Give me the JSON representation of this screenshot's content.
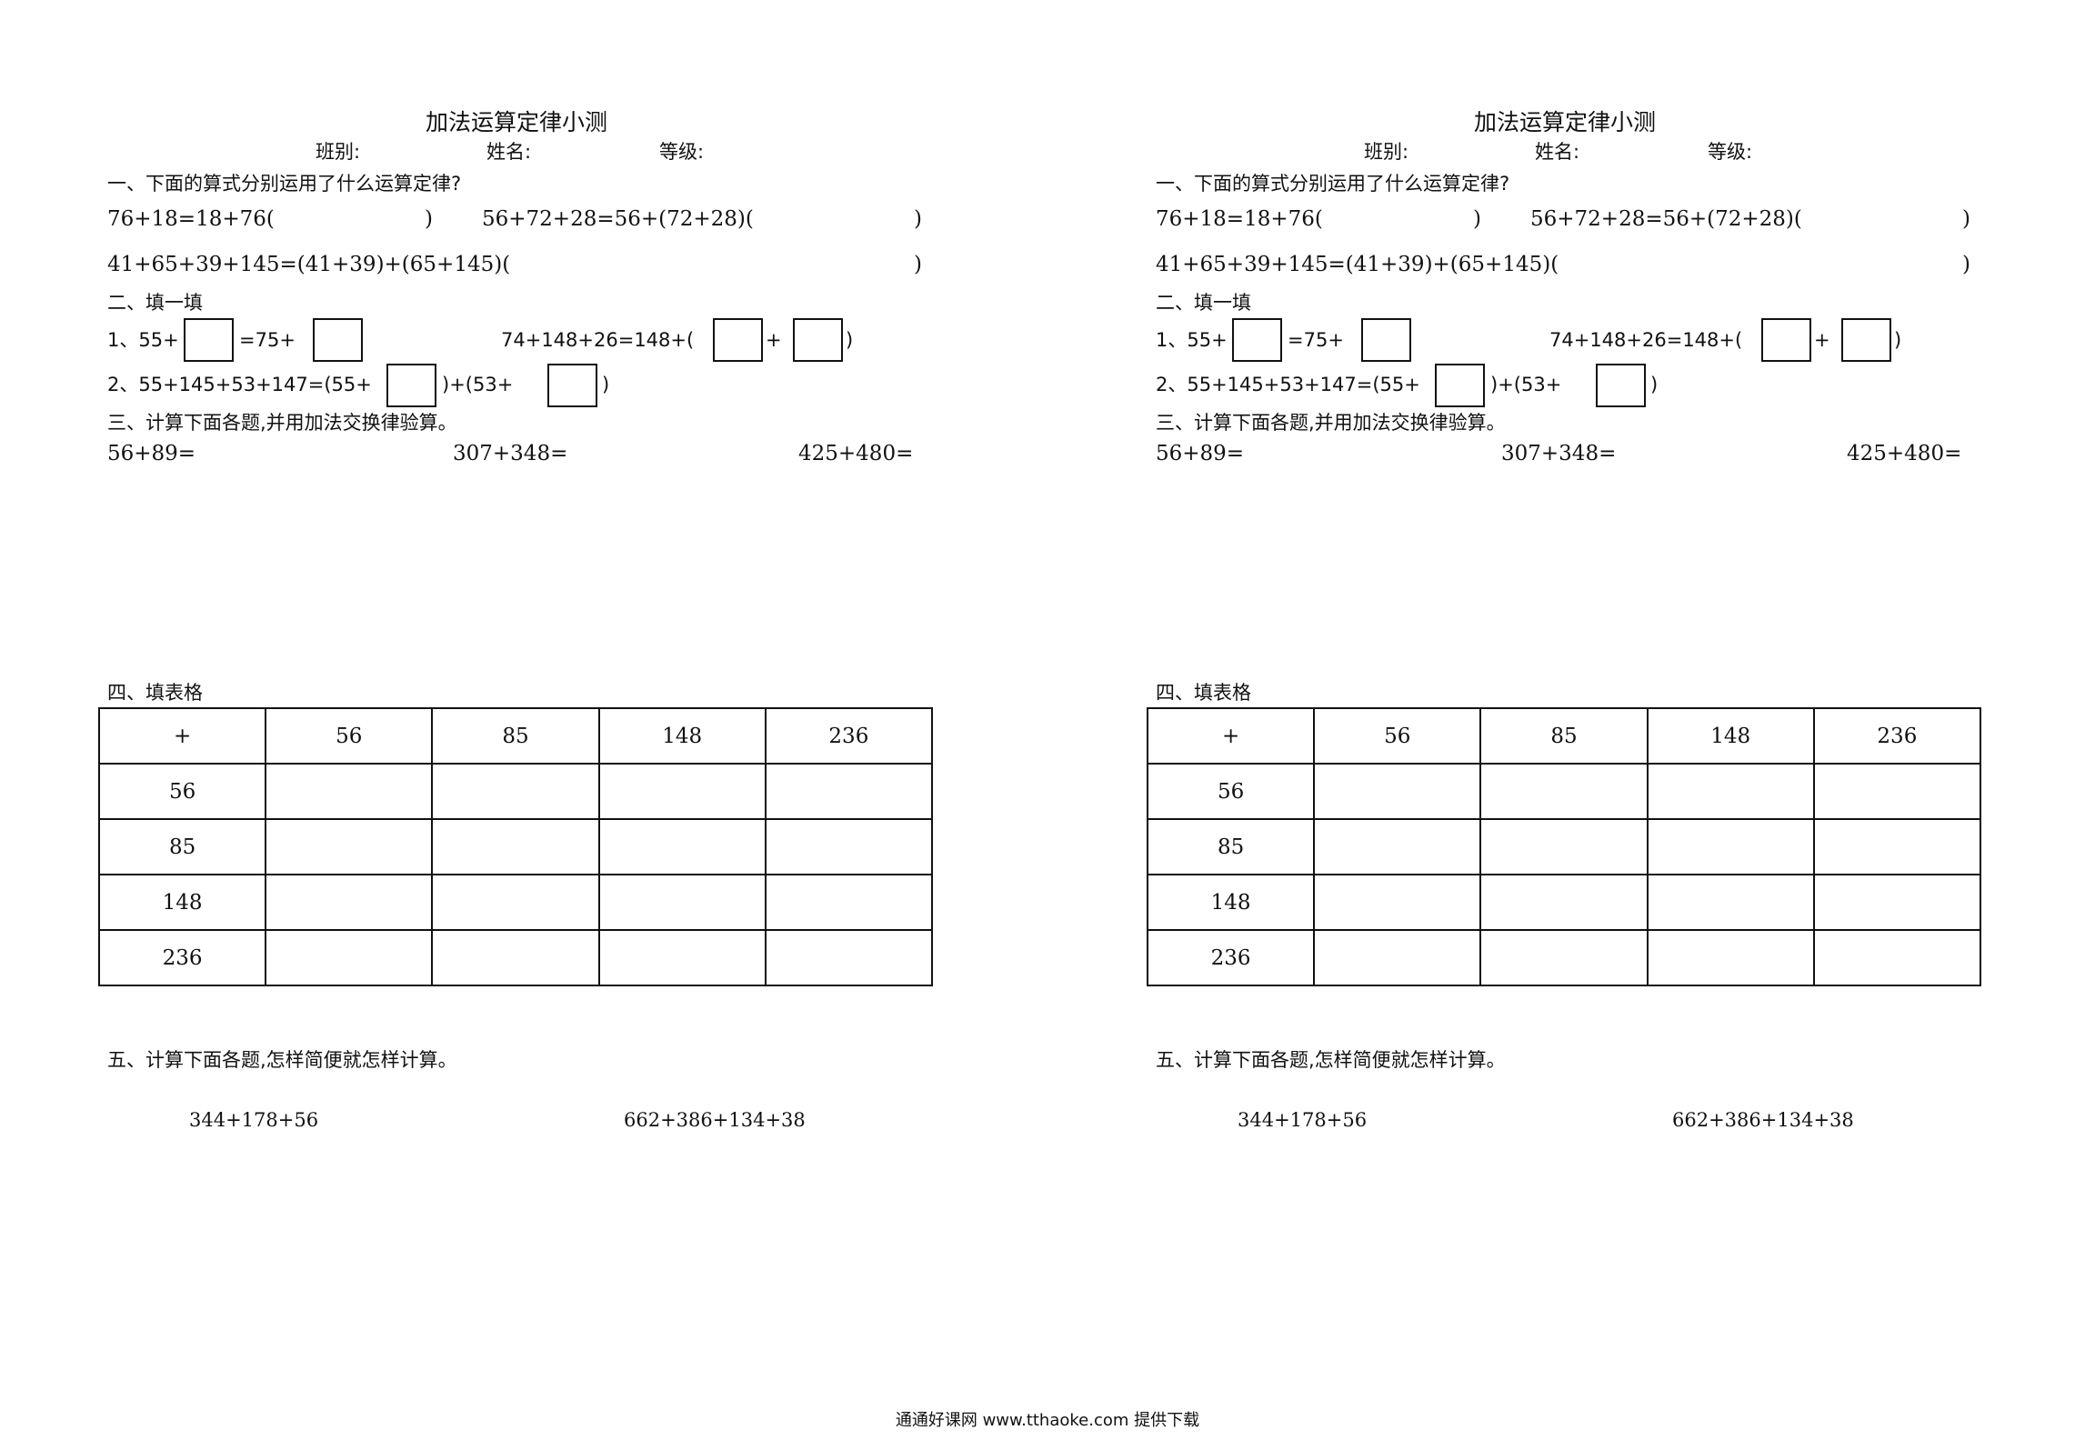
{
  "worksheet": {
    "title": "加法运算定律小测",
    "fields": {
      "class": "班别:",
      "name": "姓名:",
      "grade": "等级:"
    },
    "section1": {
      "heading": "一、下面的算式分别运用了什么运算定律?",
      "eq1": "76+18=18+76(",
      "eq1_close": ")",
      "eq2": "56+72+28=56+(72+28)(",
      "eq2_close": ")",
      "eq3": "41+65+39+145=(41+39)+(65+145)(",
      "eq3_close": ")"
    },
    "section2": {
      "heading": "二、填一填",
      "q1_a": "1、55+",
      "q1_b": "=75+",
      "q1_c": "74+148+26=148+(",
      "q1_plus": "+",
      "q1_close": ")",
      "q2_a": "2、55+145+53+147=(55+",
      "q2_b": ")+(53+",
      "q2_close": ")"
    },
    "section3": {
      "heading": "三、计算下面各题,并用加法交换律验算。",
      "items": [
        "56+89=",
        "307+348=",
        "425+480="
      ]
    },
    "section4": {
      "heading": "四、填表格",
      "corner": "+",
      "columns": [
        "56",
        "85",
        "148",
        "236"
      ],
      "rows": [
        "56",
        "85",
        "148",
        "236"
      ]
    },
    "section5": {
      "heading": "五、计算下面各题,怎样简便就怎样计算。",
      "items": [
        "344+178+56",
        "662+386+134+38"
      ]
    }
  },
  "footer": "通通好课网 www.tthaoke.com 提供下载"
}
